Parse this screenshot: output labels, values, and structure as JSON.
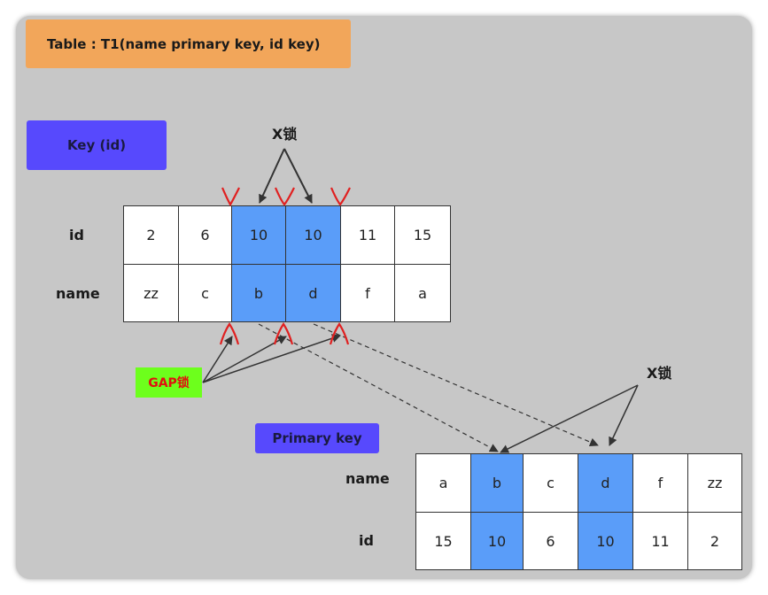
{
  "title": "Table : T1(name  primary  key, id   key)",
  "secondary_index": {
    "label": "Key  (id)",
    "row_labels": [
      "id",
      "name"
    ],
    "ids": [
      "2",
      "6",
      "10",
      "10",
      "11",
      "15"
    ],
    "names": [
      "zz",
      "c",
      "b",
      "d",
      "f",
      "a"
    ],
    "highlighted": [
      2,
      3
    ]
  },
  "primary_index": {
    "label": "Primary key",
    "row_labels": [
      "name",
      "id"
    ],
    "names": [
      "a",
      "b",
      "c",
      "d",
      "f",
      "zz"
    ],
    "ids": [
      "15",
      "10",
      "6",
      "10",
      "11",
      "2"
    ],
    "highlighted": [
      1,
      3
    ]
  },
  "x_lock_top": "X锁",
  "x_lock_right": "X锁",
  "gap_lock": "GAP锁",
  "colors": {
    "highlight": "#5a9df9",
    "key_box": "#5749fd",
    "title_box": "#f2a65a",
    "gap_box": "#6dff1c",
    "gap_text": "#e01010",
    "gap_marker": "#e02020"
  }
}
